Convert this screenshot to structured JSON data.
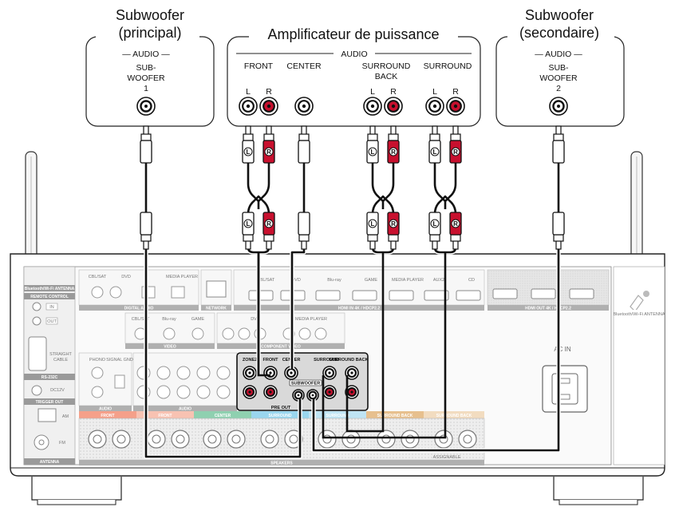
{
  "boxes": {
    "sub1": {
      "title_line1": "Subwoofer",
      "title_line2": "(principal)",
      "audio": "— AUDIO —",
      "jack_line1": "SUB-",
      "jack_line2": "WOOFER",
      "jack_line3": "1"
    },
    "amp": {
      "title": "Amplificateur de puissance",
      "audio": "AUDIO",
      "front": "FRONT",
      "center": "CENTER",
      "sb_line1": "SURROUND",
      "sb_line2": "BACK",
      "surround": "SURROUND",
      "l": "L",
      "r": "R"
    },
    "sub2": {
      "title_line1": "Subwoofer",
      "title_line2": "(secondaire)",
      "audio": "— AUDIO —",
      "jack_line1": "SUB-",
      "jack_line2": "WOOFER",
      "jack_line3": "2"
    }
  },
  "plug_letters": {
    "left": "L",
    "right": "R"
  },
  "receiver": {
    "antenna": "Bluetooth/Wi-Fi ANTENNA",
    "remote": "REMOTE CONTROL",
    "in": "IN",
    "out": "OUT",
    "straight": "STRAIGHT",
    "cable": "CABLE",
    "rs232c": "RS-232C",
    "dc12v": "DC12V",
    "trigger": "TRIGGER OUT",
    "am": "AM",
    "fm": "FM",
    "antenna2": "ANTENNA",
    "digital_audio": "DIGITAL AUDIO",
    "network": "NETWORK",
    "hdmi_in": "HDMI  IN  4K / HDCP2.2",
    "hdmi_out": "HDMI  OUT  4K / HDCP2.2",
    "cbl_sat": "CBL/SAT",
    "dvd": "DVD",
    "bluray": "Blu-ray",
    "game": "GAME",
    "media_player": "MEDIA PLAYER",
    "aux2": "AUX2",
    "cd": "CD",
    "video": "VIDEO",
    "component": "COMPONENT VIDEO",
    "phono": "PHONO",
    "signal_gnd": "SIGNAL GND",
    "audio_in": "AUDIO",
    "zone2": "ZONE2",
    "pre_front": "FRONT",
    "pre_center": "CENTER",
    "pre_surround": "SURROUND",
    "pre_surround_back": "SURROUND BACK",
    "pre_subwoofer": "SUBWOOFER",
    "pre_out": "PRE OUT",
    "ac_in": "AC IN",
    "bt_antenna": "Bluetooth/Wi-Fi ANTENNA",
    "speakers": "SPEAKERS",
    "sp_front": "FRONT",
    "sp_center": "CENTER",
    "sp_surround": "SURROUND",
    "sp_surround_back": "SURROUND BACK",
    "assignable": "ASSIGNABLE"
  },
  "colors": {
    "red_jack": "#c8102e",
    "front_band": "#f5a08a",
    "center_band": "#8fd0b0",
    "surround_band": "#9ad6ee",
    "surround_back_band": "#e7c08e",
    "cable": "#111111"
  }
}
